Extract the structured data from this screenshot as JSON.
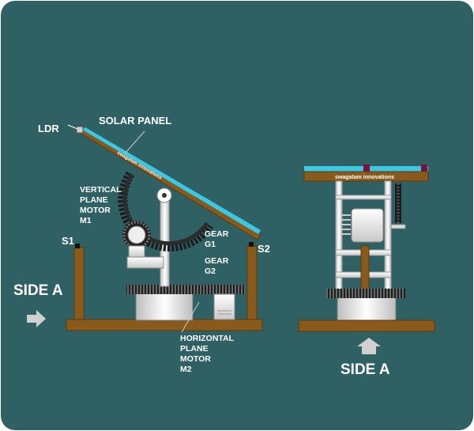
{
  "labels": {
    "ldr": "LDR",
    "solar_panel": "SOLAR PANEL",
    "vertical_motor": [
      "VERTICAL",
      "PLANE",
      "MOTOR",
      "M1"
    ],
    "gear_g1": [
      "GEAR",
      "G1"
    ],
    "gear_g2": [
      "GEAR",
      "G2"
    ],
    "s1": "S1",
    "s2": "S2",
    "side_a_left": "SIDE A",
    "side_a_right": "SIDE A",
    "horizontal_motor": [
      "HORIZONTAL",
      "PLANE",
      "MOTOR",
      "M2"
    ],
    "panel_brand_left": "swagatam innovations",
    "panel_brand_right": "swagatam innovations"
  },
  "colors": {
    "background": "#2f6064",
    "wood": "#8a5a1c",
    "wood_edge": "#5e3a0c",
    "panel_blue": "#39c9e6",
    "gear_dark": "#222222",
    "metal_light": "#e8e8e8",
    "text": "#ffffff"
  }
}
